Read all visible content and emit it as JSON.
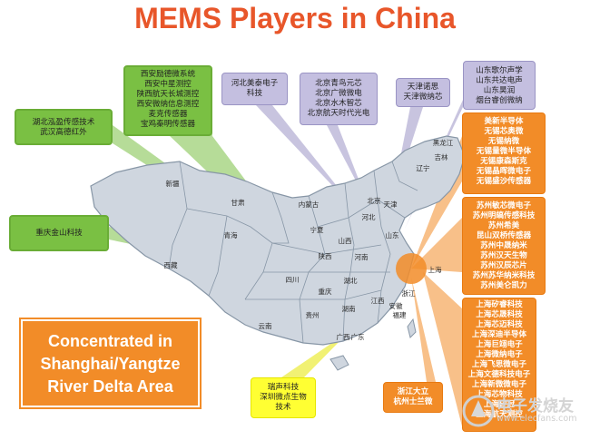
{
  "title": "MEMS Players in China",
  "boxes": {
    "xian": [
      "西安励德微系统",
      "西安中星测控",
      "陕西航天长城测控",
      "西安微纳信息测控",
      "麦克传感器",
      "宝鸡秦明传感器"
    ],
    "hubei": [
      "湖北泓盈传感技术",
      "武汉高德红外"
    ],
    "hebei": [
      "河北美泰电子",
      "科技"
    ],
    "beijing": [
      "北京青鸟元芯",
      "北京广微微电",
      "北京水木智芯",
      "北京航天时代光电"
    ],
    "tianjin": [
      "天津诺思",
      "天津微纳芯"
    ],
    "shandong": [
      "山东歌尔声学",
      "山东共达电声",
      "山东昊润",
      "烟台睿创微纳"
    ],
    "chongqing": [
      "重庆金山科技"
    ],
    "wuxi": [
      "美新半导体",
      "无锡芯奥微",
      "无锡纳微",
      "无锡量微半导体",
      "无锡康森斯克",
      "无锡晶晖微电子",
      "无锡盛沙传感器"
    ],
    "suzhou": [
      "苏州敏芯微电子",
      "苏州明皜传感科技",
      "苏州希美",
      "昆山双桥传感器",
      "苏州中晟纳米",
      "苏州汉天生物",
      "苏州汉辰芯片",
      "苏州苏华纳米科技",
      "苏州美仑凯力"
    ],
    "shanghai": [
      "上海矽睿科技",
      "上海芯晟科技",
      "上海芯迈科技",
      "上海深迪半导体",
      "上海巨翊电子",
      "上海微纳电子",
      "上海飞思微电子",
      "上海文德科技电子",
      "上海新微微电子",
      "上海芯物科技",
      "上海矽冠",
      "上海航天测控"
    ],
    "ruisheng": [
      "瑞声科技",
      "深圳微点生物",
      "技术"
    ],
    "zhejiang": [
      "浙江大立",
      "杭州士兰微"
    ]
  },
  "panel": [
    "Concentrated in",
    "Shanghai/Yangtze",
    "River Delta Area"
  ],
  "provinces": [
    "新疆",
    "西藏",
    "青海",
    "甘肃",
    "内蒙古",
    "宁夏",
    "陕西",
    "山西",
    "河北",
    "北京",
    "天津",
    "山东",
    "河南",
    "湖北",
    "四川",
    "重庆",
    "贵州",
    "云南",
    "湖南",
    "江西",
    "安徽",
    "浙江",
    "上海",
    "福建",
    "广西",
    "广东",
    "辽宁",
    "吉林",
    "黑龙江"
  ],
  "watermark": "电子发烧友",
  "watermark_url": "www.elecfans.com",
  "colors": {
    "title": "#e8562a",
    "green": "#7ac043",
    "orange": "#f28c28",
    "lavender": "#c4bfe0",
    "yellow": "#ffff33",
    "map": "#cfd6df"
  }
}
